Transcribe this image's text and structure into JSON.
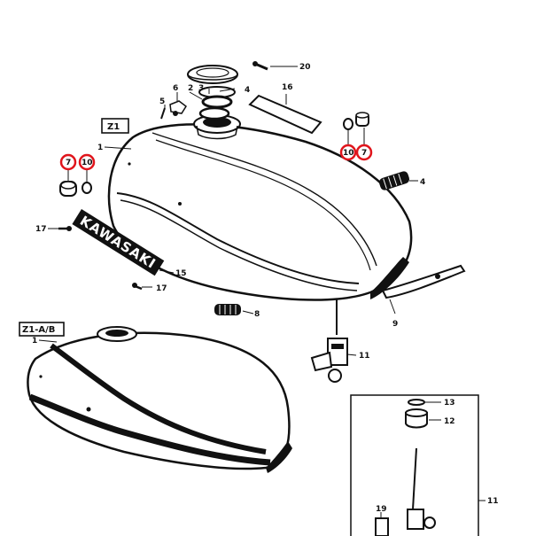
{
  "diagram": {
    "models": {
      "upper": "Z1",
      "lower": "Z1-A/B"
    },
    "brand_text": "KAWASAKI",
    "highlight_color": "#e0151c",
    "callouts": [
      {
        "id": "c1-upper",
        "label": "1"
      },
      {
        "id": "c1-lower",
        "label": "1"
      },
      {
        "id": "c2",
        "label": "2"
      },
      {
        "id": "c3",
        "label": "3"
      },
      {
        "id": "c4-cap",
        "label": "4"
      },
      {
        "id": "c4-hose",
        "label": "4"
      },
      {
        "id": "c5",
        "label": "5"
      },
      {
        "id": "c6",
        "label": "6"
      },
      {
        "id": "c7-left",
        "label": "7",
        "highlighted": true
      },
      {
        "id": "c7-right",
        "label": "7",
        "highlighted": true
      },
      {
        "id": "c8",
        "label": "8"
      },
      {
        "id": "c9",
        "label": "9"
      },
      {
        "id": "c10-left",
        "label": "10",
        "highlighted": true
      },
      {
        "id": "c10-right",
        "label": "10",
        "highlighted": true
      },
      {
        "id": "c11-top",
        "label": "11"
      },
      {
        "id": "c11-box",
        "label": "11"
      },
      {
        "id": "c12",
        "label": "12"
      },
      {
        "id": "c13",
        "label": "13"
      },
      {
        "id": "c15",
        "label": "15"
      },
      {
        "id": "c16",
        "label": "16"
      },
      {
        "id": "c17-left",
        "label": "17"
      },
      {
        "id": "c17-bottom",
        "label": "17"
      },
      {
        "id": "c19",
        "label": "19"
      },
      {
        "id": "c20",
        "label": "20"
      }
    ]
  }
}
